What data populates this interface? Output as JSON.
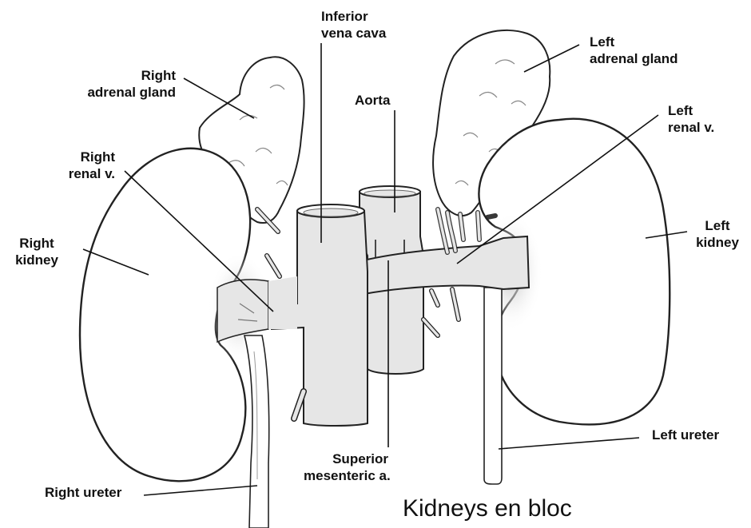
{
  "title": "Kidneys en bloc",
  "labels": {
    "ivc": {
      "line1": "Inferior",
      "line2": "vena cava"
    },
    "aorta": "Aorta",
    "right_adrenal": {
      "line1": "Right",
      "line2": "adrenal gland"
    },
    "left_adrenal": {
      "line1": "Left",
      "line2": "adrenal gland"
    },
    "right_renal_v": {
      "line1": "Right",
      "line2": "renal v."
    },
    "left_renal_v": {
      "line1": "Left",
      "line2": "renal v."
    },
    "right_kidney": {
      "line1": "Right",
      "line2": "kidney"
    },
    "left_kidney": {
      "line1": "Left",
      "line2": "kidney"
    },
    "sma": {
      "line1": "Superior",
      "line2": "mesenteric a."
    },
    "right_ureter": "Right ureter",
    "left_ureter": "Left ureter"
  },
  "colors": {
    "vessel_fill": "#e6e6e6",
    "outline": "#222222",
    "shadow": "#cfcfcf"
  }
}
